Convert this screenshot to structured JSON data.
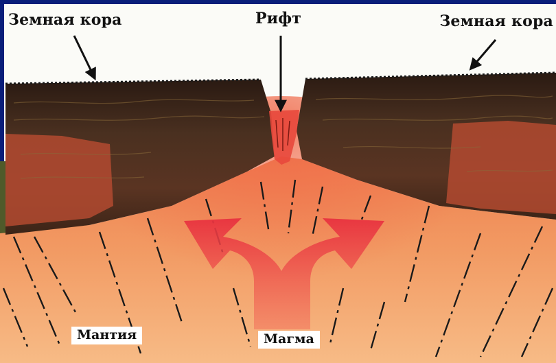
{
  "labels": {
    "crust_left": "Земная кора",
    "crust_right": "Земная кора",
    "rift": "Рифт",
    "mantle": "Мантия",
    "magma": "Магма"
  },
  "colors": {
    "sky": "#fbfbf7",
    "crust_dark": "#3a2418",
    "crust_red": "#b5432a",
    "mantle_top": "#f08a55",
    "mantle_bottom": "#f6b783",
    "magma_arrow": "#ea3f4a",
    "frame_blue": "#0a1e7a"
  }
}
